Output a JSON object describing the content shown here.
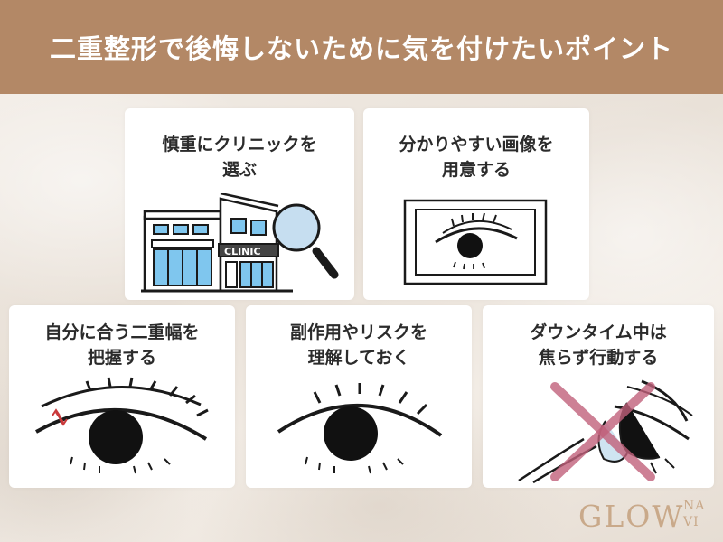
{
  "header": {
    "title": "二重整形で後悔しないために気を付けたいポイント"
  },
  "cards": [
    {
      "id": "clinic",
      "title_line1": "慎重にクリニックを",
      "title_line2": "選ぶ",
      "sign_text": "CLINIC"
    },
    {
      "id": "image",
      "title_line1": "分かりやすい画像を",
      "title_line2": "用意する"
    },
    {
      "id": "width",
      "title_line1": "自分に合う二重幅を",
      "title_line2": "把握する"
    },
    {
      "id": "risk",
      "title_line1": "副作用やリスクを",
      "title_line2": "理解しておく"
    },
    {
      "id": "downtime",
      "title_line1": "ダウンタイム中は",
      "title_line2": "焦らず行動する"
    }
  ],
  "logo": {
    "main": "GLOW",
    "sup": "NA",
    "sub": "VI"
  },
  "colors": {
    "header": "#b38866",
    "building_window": "#7fc6ee",
    "cross": "#c0607a",
    "arrow": "#c9383a",
    "logo": "#c9a98a"
  }
}
